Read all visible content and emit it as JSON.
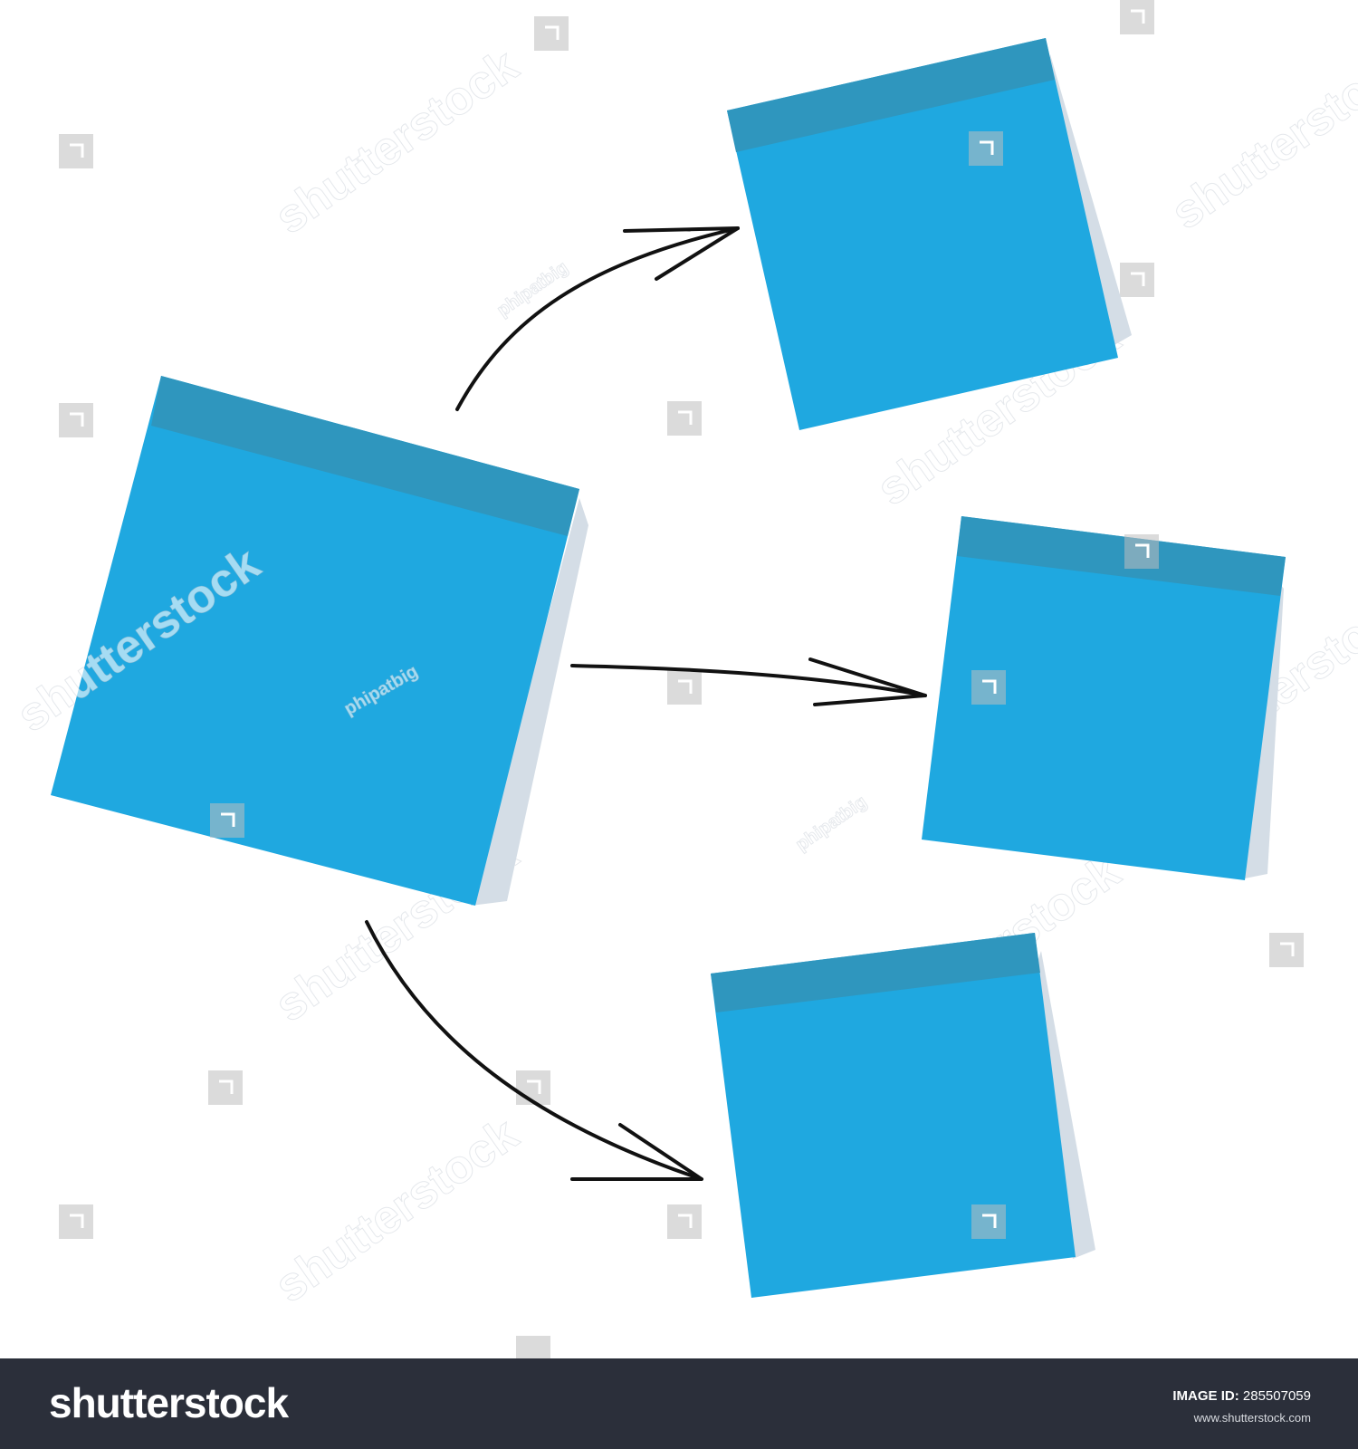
{
  "colors": {
    "note_fill": "#1fa8e0",
    "note_band": "#2f96be",
    "arrow": "#111111",
    "footer_bg": "#2b2f3a"
  },
  "diagram": {
    "nodes": [
      {
        "id": "source-note",
        "text": ""
      },
      {
        "id": "target-note-top",
        "text": ""
      },
      {
        "id": "target-note-middle",
        "text": ""
      },
      {
        "id": "target-note-bottom",
        "text": ""
      }
    ],
    "edges": [
      {
        "from": "source-note",
        "to": "target-note-top"
      },
      {
        "from": "source-note",
        "to": "target-note-middle"
      },
      {
        "from": "source-note",
        "to": "target-note-bottom"
      }
    ]
  },
  "watermark": {
    "brand": "shutterstock",
    "contributor": "phipatbig"
  },
  "footer": {
    "logo": "shutterstock",
    "image_id_label": "IMAGE ID:",
    "image_id": "285507059",
    "site": "www.shutterstock.com"
  }
}
